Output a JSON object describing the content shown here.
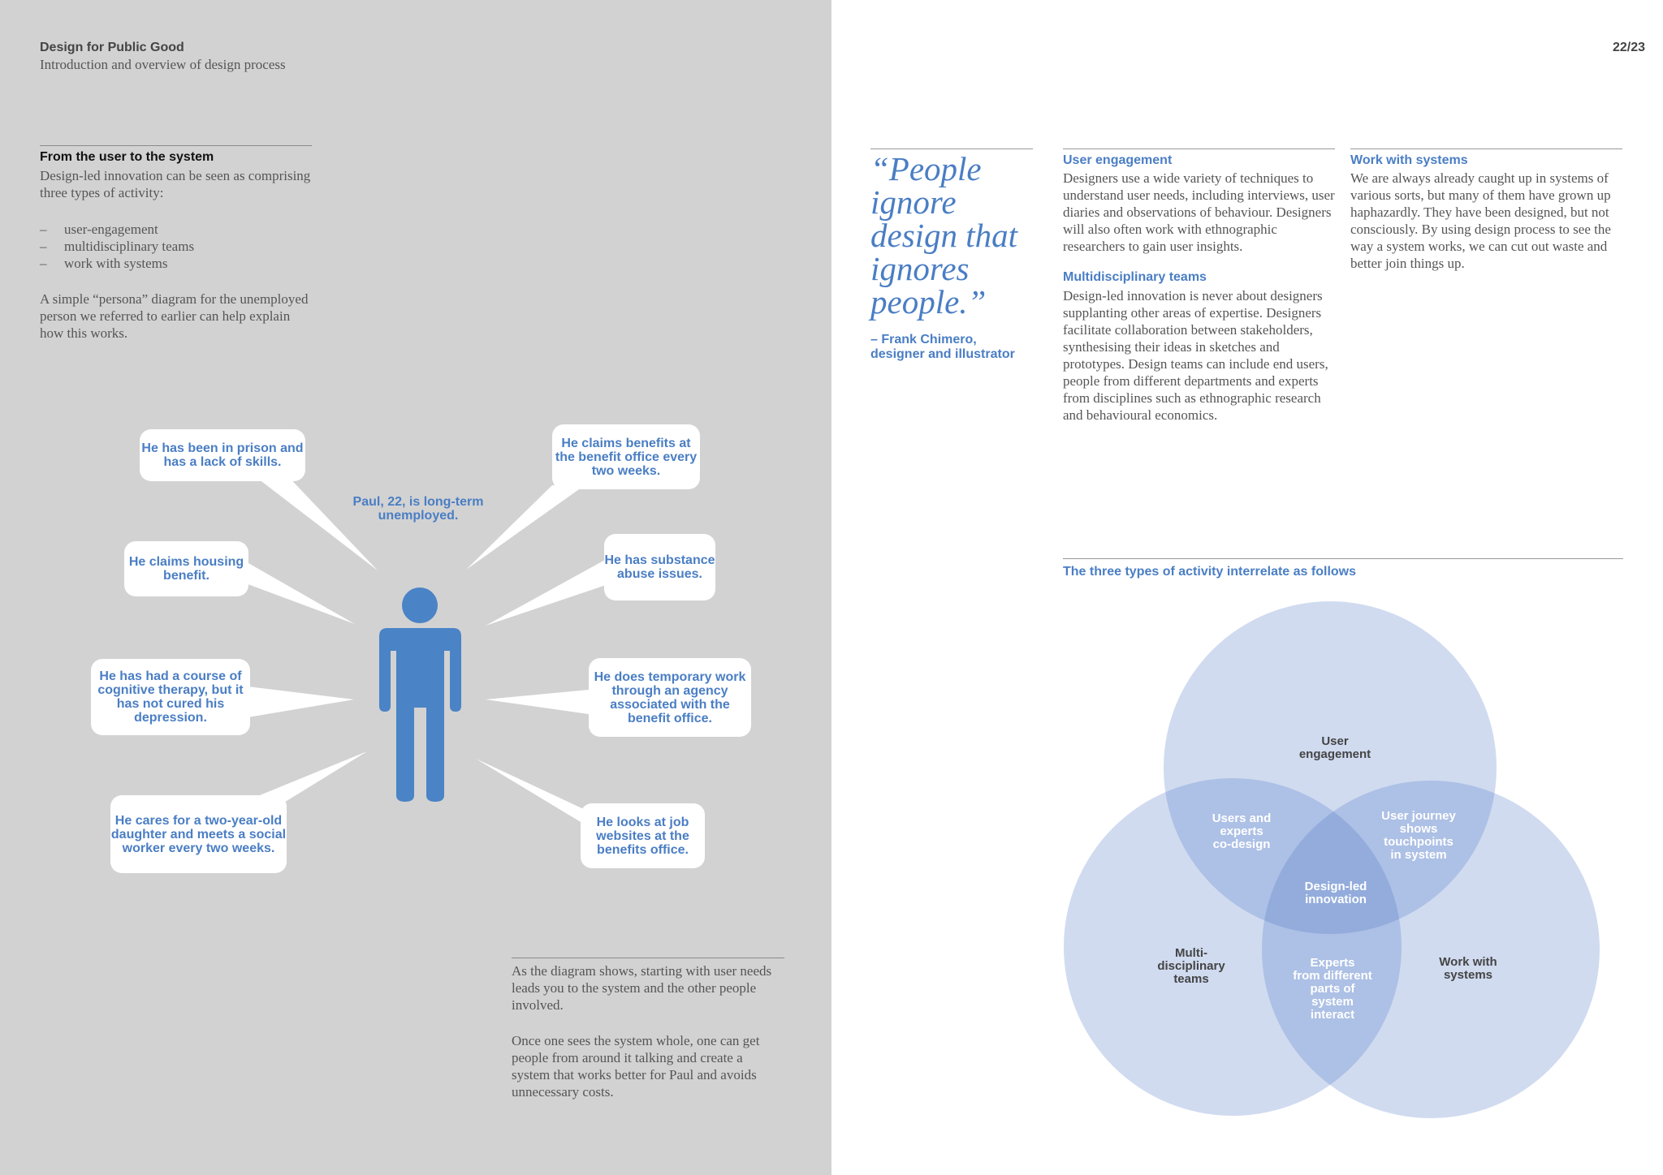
{
  "header": {
    "title": "Design for Public Good",
    "subtitle": "Introduction and overview of design process",
    "page_numbers": "22/23"
  },
  "intro": {
    "heading": "From the user to the system",
    "paragraph": "Design-led innovation can be seen as comprising three types of activity:",
    "list": [
      "user-engagement",
      "multidisciplinary teams",
      "work with systems"
    ],
    "paragraph2": "A simple “persona” diagram for the unemployed person we referred to earlier can help explain how this works."
  },
  "persona": {
    "caption": "Paul, 22, is long-term unemployed.",
    "bubbles": [
      "He has been in prison and has a lack of skills.",
      "He claims housing benefit.",
      "He has had a course of cognitive therapy, but it has not cured his depression.",
      "He cares for a two-year-old daughter and meets a social worker every two weeks.",
      "He claims benefits at the benefit office every two weeks.",
      "He has substance abuse issues.",
      "He does temporary work through an agency associated with the benefit office.",
      "He looks at job websites at the benefits office."
    ],
    "figure_icon": "person-icon",
    "figure_color": "#4a83c6"
  },
  "bottom_text": {
    "p1": "As the diagram shows, starting with user needs leads you to the system and the other people involved.",
    "p2": "Once one sees the system whole, one can get people from around it talking and create a system that works better for Paul and avoids unnecessary costs."
  },
  "quote": {
    "text": "“People ignore design that ignores people.”",
    "attribution": "– Frank Chimero, designer and illustrator"
  },
  "columns": {
    "user_engagement": {
      "heading": "User engagement",
      "body": "Designers use a wide variety of techniques to understand user needs, including interviews, user diaries and observations of behaviour. Designers will also often work with ethnographic researchers to gain user insights."
    },
    "multidisciplinary": {
      "heading": "Multidisciplinary teams",
      "body": "Design-led innovation is never about designers supplanting other areas of expertise. Designers facilitate collaboration between stakeholders, synthesising their ideas in sketches and prototypes. Design teams can include end users, people from different departments and experts from disciplines such as ethnographic research and behavioural economics."
    },
    "systems": {
      "heading": "Work with systems",
      "body": "We are always already caught up in systems of various sorts, but many of them have grown up haphazardly. They have been designed, but not consciously. By using design process to see the way a system works, we can cut out waste and better join things up."
    }
  },
  "venn": {
    "title": "The three types of activity interrelate as follows",
    "labels": {
      "user_engagement": "User engagement",
      "multi": "Multi-disciplinary teams",
      "systems": "Work with systems",
      "users_experts": "Users and experts co-design",
      "journey": "User journey shows touchpoints in system",
      "experts": "Experts from different parts of system interact",
      "center": "Design-led innovation"
    },
    "colors": {
      "circle": "#4a72c4",
      "text_dark": "#444444",
      "text_light": "#ffffff"
    }
  }
}
